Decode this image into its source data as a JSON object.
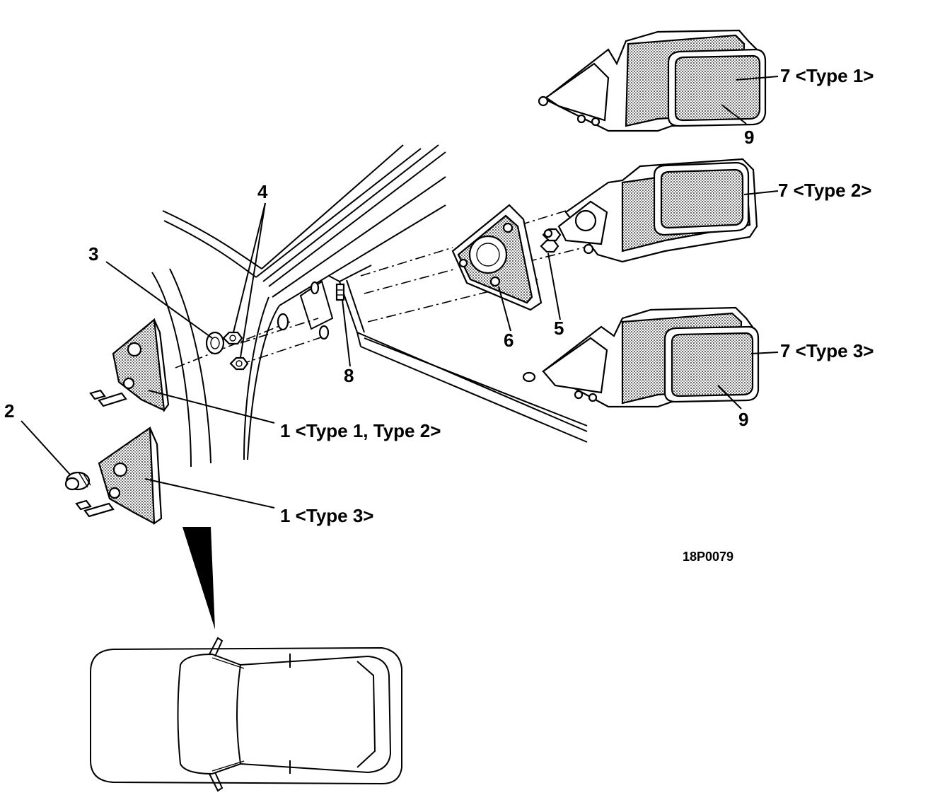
{
  "diagram": {
    "callouts": {
      "c1a": "1 <Type 1, Type 2>",
      "c1b": "1 <Type 3>",
      "c2": "2",
      "c3": "3",
      "c4": "4",
      "c5": "5",
      "c6": "6",
      "c7a": "7 <Type 1>",
      "c7b": "7 <Type 2>",
      "c7c": "7 <Type 3>",
      "c8": "8",
      "c9a": "9",
      "c9b": "9"
    },
    "figure_code": "18P0079"
  }
}
